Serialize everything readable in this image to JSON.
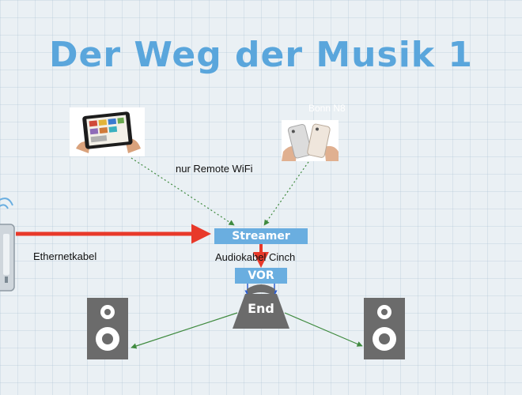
{
  "title": "Der Weg der Musik 1",
  "labels": {
    "wifi": "nur Remote WiFi",
    "ethernet": "Ethernetkabel",
    "audio": "Audiokabel Cinch",
    "phones": "Bonn N8"
  },
  "blocks": {
    "streamer": "Streamer",
    "vor": "VOR",
    "end": "End"
  },
  "colors": {
    "title": "#5aa6dc",
    "block_fill": "#6aaee0",
    "ethernet_arrow": "#e8392a",
    "remote_arrow": "#3f8a3f",
    "speaker_body": "#6b6b6b"
  },
  "icons": {
    "tablet": "tablet-photo",
    "phones": "smartphones-photo",
    "router": "wifi-router-icon",
    "amplifier": "weight-shaped-amplifier",
    "speaker": "loudspeaker-icon"
  }
}
